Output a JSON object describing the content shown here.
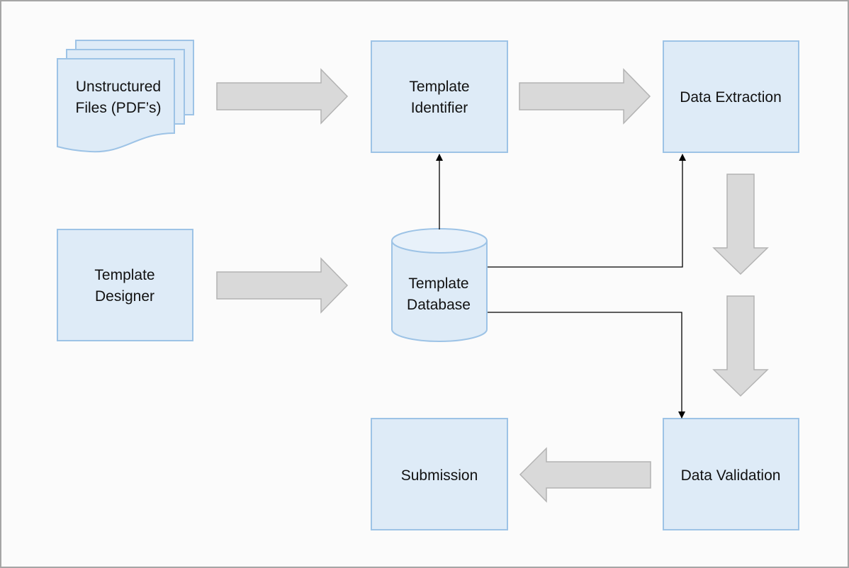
{
  "diagram": {
    "nodes": {
      "unstructured_files": {
        "line1": "Unstructured",
        "line2": "Files (PDF’s)"
      },
      "template_identifier": {
        "line1": "Template",
        "line2": "Identifier"
      },
      "data_extraction": {
        "label": "Data Extraction"
      },
      "template_designer": {
        "line1": "Template",
        "line2": "Designer"
      },
      "template_database": {
        "line1": "Template",
        "line2": "Database"
      },
      "submission": {
        "label": "Submission"
      },
      "data_validation": {
        "label": "Data Validation"
      }
    },
    "colors": {
      "node_fill": "#deebf7",
      "node_stroke": "#9dc3e6",
      "arrow_fill": "#d9d9d9",
      "connector": "#000000"
    }
  }
}
